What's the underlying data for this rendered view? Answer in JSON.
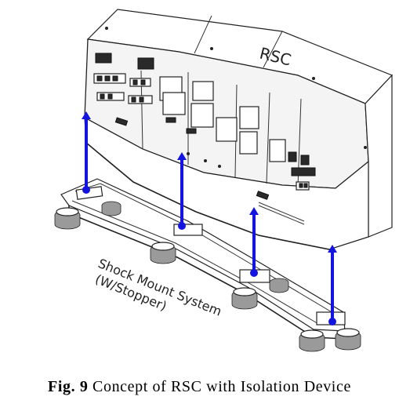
{
  "diagram": {
    "rsc_label": "RSC",
    "mount_label_line1": "Shock Mount System",
    "mount_label_line2": "(W/Stopper)"
  },
  "caption": {
    "label": "Fig. 9",
    "text": "Concept of RSC with Isolation Device"
  },
  "colors": {
    "arrow": "#1414e0",
    "line": "#222222"
  }
}
